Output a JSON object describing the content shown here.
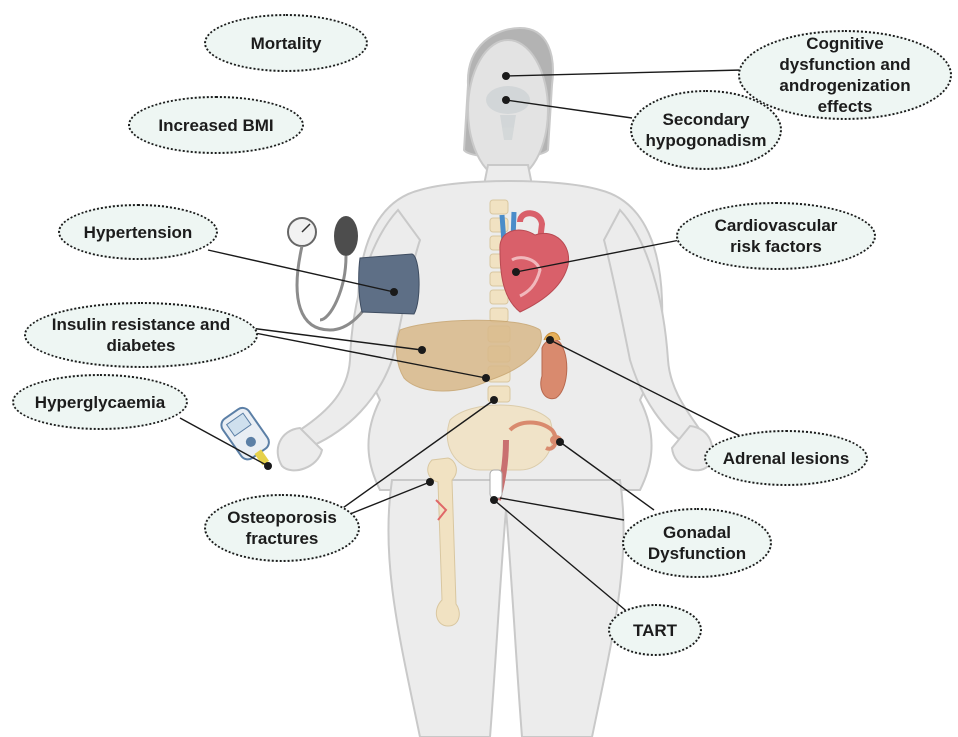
{
  "labels": {
    "mortality": "Mortality",
    "increased_bmi": "Increased BMI",
    "hypertension": "Hypertension",
    "insulin_resistance": "Insulin resistance and\ndiabetes",
    "hyperglycaemia": "Hyperglycaemia",
    "osteoporosis": "Osteoporosis\nfractures",
    "cognitive": "Cognitive\ndysfunction and\nandrogenization\neffects",
    "secondary_hypogonadism": "Secondary\nhypogonadism",
    "cardiovascular": "Cardiovascular\nrisk factors",
    "adrenal": "Adrenal lesions",
    "gonadal": "Gonadal\nDysfunction",
    "tart": "TART"
  },
  "colors": {
    "bubble_fill": "#eef6f3",
    "bubble_border": "#1b1b1b",
    "body_fill": "#ececec",
    "body_outline": "#c9c9c9",
    "liver": "#d9b98a",
    "heart": "#d9606a",
    "bone": "#f1e2c2",
    "kidney": "#d98a6e",
    "cuff": "#5e6f86",
    "connector": "#1a1a1a"
  },
  "icons": {
    "blood_pressure_monitor": "sphygmomanometer-icon",
    "glucose_meter": "glucometer-icon"
  }
}
